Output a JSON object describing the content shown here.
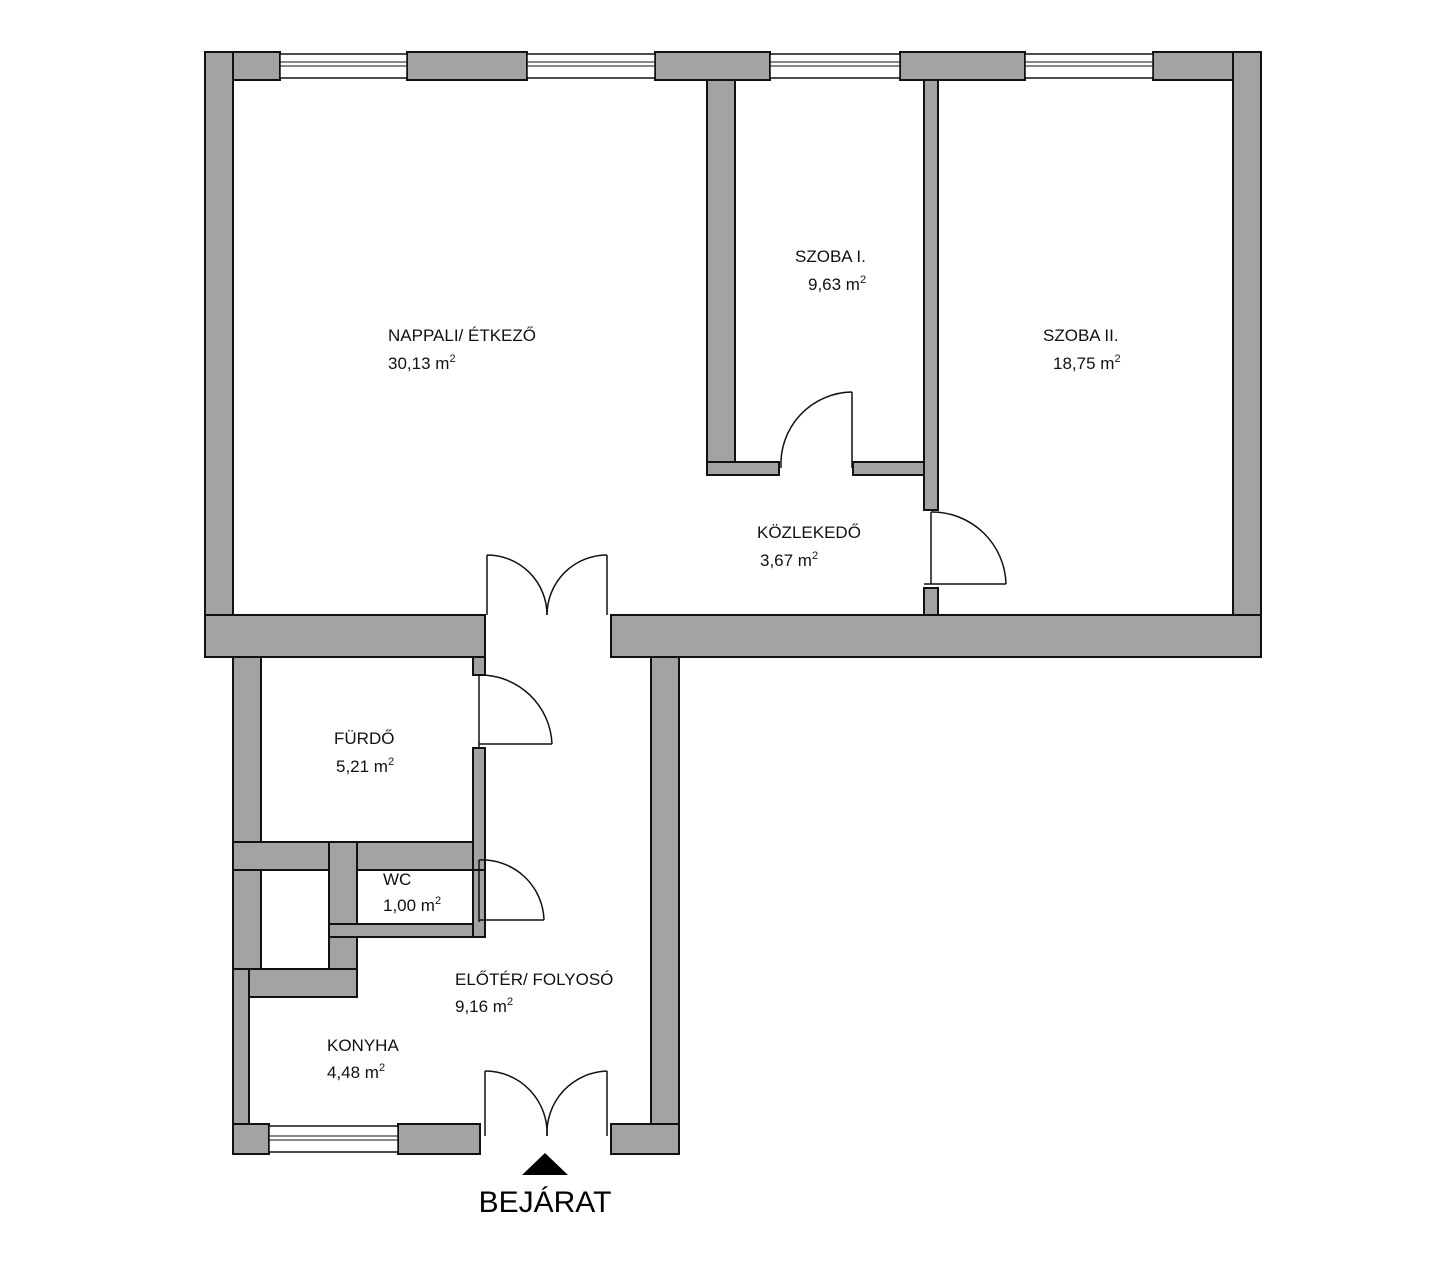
{
  "rooms": [
    {
      "name": "NAPPALI/ ÉTKEZŐ",
      "area": "30,13 m",
      "unit_sup": "2"
    },
    {
      "name": "SZOBA I.",
      "area": "9,63 m",
      "unit_sup": "2"
    },
    {
      "name": "SZOBA II.",
      "area": "18,75 m",
      "unit_sup": "2"
    },
    {
      "name": "KÖZLEKEDŐ",
      "area": "3,67 m",
      "unit_sup": "2"
    },
    {
      "name": "FÜRDŐ",
      "area": "5,21 m",
      "unit_sup": "2"
    },
    {
      "name": "WC",
      "area": "1,00 m",
      "unit_sup": "2"
    },
    {
      "name": "ELŐTÉR/ FOLYOSÓ",
      "area": "9,16 m",
      "unit_sup": "2"
    },
    {
      "name": "KONYHA",
      "area": "4,48 m",
      "unit_sup": "2"
    }
  ],
  "entrance": {
    "label": "BEJÁRAT"
  },
  "colors": {
    "wall_fill": "#a3a3a3",
    "outline": "#111111",
    "background": "#ffffff"
  }
}
